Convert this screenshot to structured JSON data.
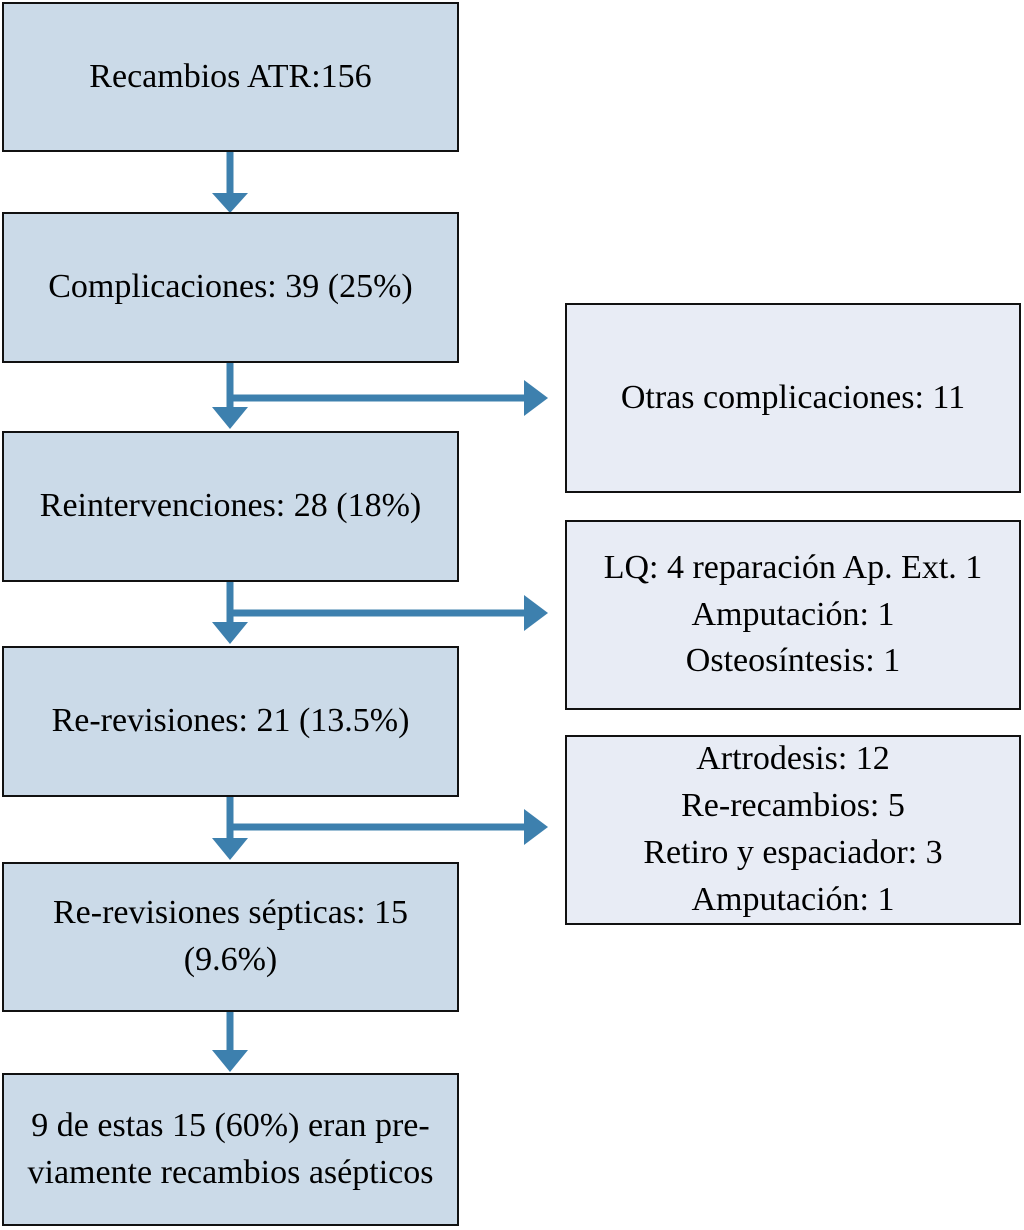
{
  "flowchart": {
    "title": "Recambios ATR complicaciones flujo",
    "colors": {
      "main_box_fill": "#cbdae8",
      "side_box_fill": "#e8ecf5",
      "box_border": "#111111",
      "arrow": "#3d80ae",
      "text": "#000000"
    },
    "main_boxes": [
      {
        "name": "recambios-atr",
        "lines": [
          "Recambios ATR:156"
        ]
      },
      {
        "name": "complicaciones",
        "lines": [
          "Complicaciones: 39 (25%)"
        ]
      },
      {
        "name": "reintervenciones",
        "lines": [
          "Reintervenciones: 28 (18%)"
        ]
      },
      {
        "name": "re-revisiones",
        "lines": [
          "Re-revisiones: 21 (13.5%)"
        ]
      },
      {
        "name": "re-revisiones-septicas",
        "lines": [
          "Re-revisiones sépticas: 15",
          "(9.6%)"
        ]
      },
      {
        "name": "previos-asepticos",
        "lines": [
          "9 de estas 15 (60%) eran pre-",
          "viamente recambios asépticos"
        ]
      }
    ],
    "side_boxes": [
      {
        "name": "otras-complicaciones",
        "lines": [
          "Otras complicaciones: 11"
        ]
      },
      {
        "name": "lq-reparacion",
        "lines": [
          "LQ: 4 reparación Ap. Ext. 1",
          "Amputación: 1",
          "Osteosíntesis: 1"
        ]
      },
      {
        "name": "artrodesis",
        "lines": [
          "Artrodesis: 12",
          "Re-recambios: 5",
          "Retiro y espaciador: 3",
          "Amputación: 1"
        ]
      }
    ]
  }
}
